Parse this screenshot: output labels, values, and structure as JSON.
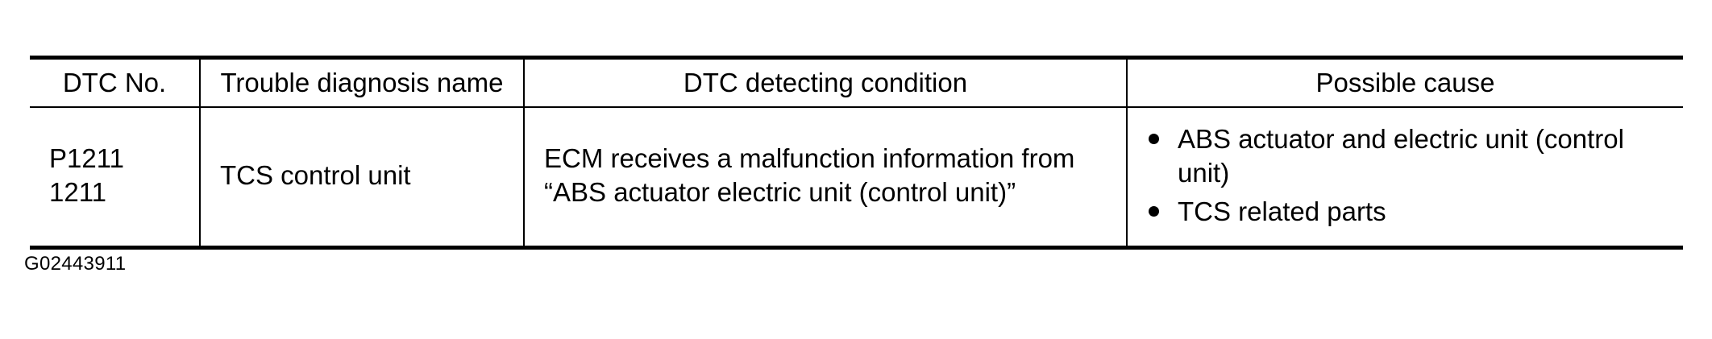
{
  "document": {
    "type": "service-manual-dtc-table",
    "caption": "G02443911"
  },
  "table": {
    "headers": [
      "DTC No.",
      "Trouble diagnosis name",
      "DTC detecting condition",
      "Possible cause"
    ],
    "rows": [
      {
        "dtc_no_lines": [
          "P1211",
          "1211"
        ],
        "trouble_diagnosis_name": "TCS control unit",
        "detecting_condition_lines": [
          "ECM receives a malfunction information from",
          "“ABS actuator electric unit (control unit)”"
        ],
        "possible_causes": [
          "ABS actuator and electric unit (control unit)",
          "TCS related parts"
        ]
      }
    ]
  },
  "style": {
    "text_color": "#000000",
    "background_color": "#ffffff",
    "rule_color": "#000000"
  }
}
